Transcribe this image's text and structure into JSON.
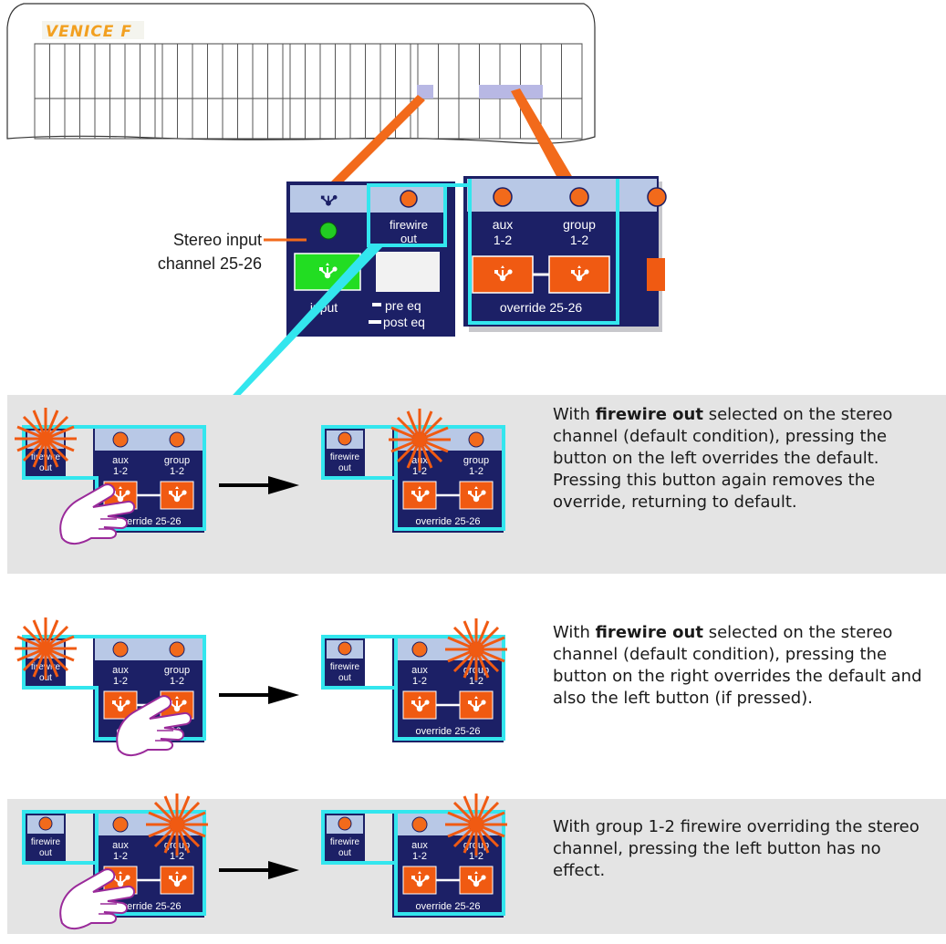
{
  "logo": {
    "text": "VENICE F"
  },
  "callout": {
    "label_line1": "Stereo input",
    "label_line2": "channel 25-26"
  },
  "strip": {
    "firewire_line1": "firewire",
    "firewire_line2": "out",
    "aux_line1": "aux",
    "aux_line2": "1-2",
    "group_line1": "group",
    "group_line2": "1-2",
    "override": "override 25-26",
    "input": "input",
    "pre_eq": "pre eq",
    "post_eq": "post eq"
  },
  "panels": [
    {
      "caption_bold": "firewire out",
      "caption_lead": "With ",
      "caption_rest": " selected on the stereo channel (default condition), pressing the button on the left overrides the default.  Pressing this button again removes the override, returning to default."
    },
    {
      "caption_bold": "firewire out",
      "caption_lead": "With ",
      "caption_rest": " selected on the stereo channel (default condition), pressing the button on the right overrides the default and also the left button (if pressed)."
    },
    {
      "caption_bold": "",
      "caption_lead": "With group 1-2 firewire overriding the stereo channel, pressing the left button has no effect.",
      "caption_rest": ""
    }
  ],
  "colors": {
    "panel_bg": "#e4e4e4",
    "navy": "#1c2066",
    "cyan": "#33e6ee",
    "orange": "#f05a12",
    "orange_callout": "#f26a1b",
    "lavender": "#b8b8e4",
    "green": "#22cc22"
  }
}
